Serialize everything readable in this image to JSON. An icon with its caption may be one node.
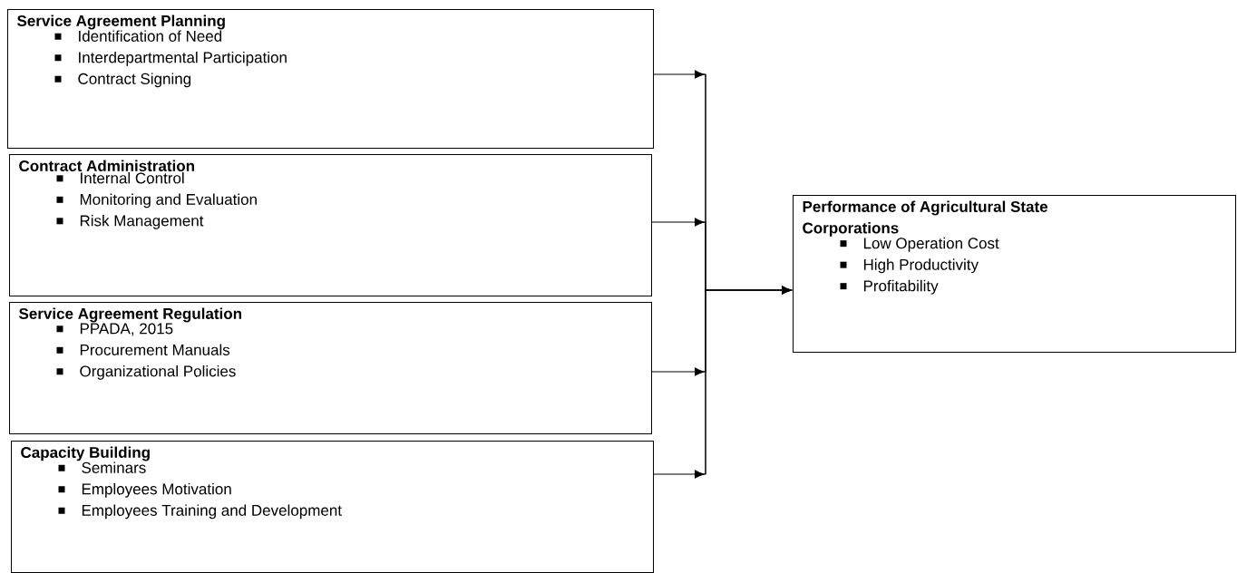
{
  "diagram": {
    "nodes": [
      {
        "text": [
          "Service Agreement Planning",
          "Identification of Need",
          "Interdepartmental Participation",
          "Contract Signing"
        ]
      },
      {
        "text": [
          "Contract Administration",
          "Internal Control",
          "Monitoring and Evaluation",
          "Risk Management"
        ]
      },
      {
        "text": [
          "Service Agreement Regulation",
          "PPADA, 2015",
          "Procurement Manuals",
          "Organizational Policies"
        ]
      },
      {
        "text": [
          "Capacity Building",
          "Seminars",
          "Employees Motivation",
          "Employees Training and Development"
        ]
      },
      {
        "text": [
          "Performance of Agricultural State Corporations",
          "Low Operation Cost",
          "High Productivity",
          "Profitability"
        ]
      }
    ],
    "edges": [
      {
        "from": 0,
        "to": 4,
        "arrow": "to"
      },
      {
        "from": 1,
        "to": 4,
        "arrow": "to"
      },
      {
        "from": 2,
        "to": 4,
        "arrow": "to"
      },
      {
        "from": 3,
        "to": 4,
        "arrow": "to"
      }
    ]
  }
}
